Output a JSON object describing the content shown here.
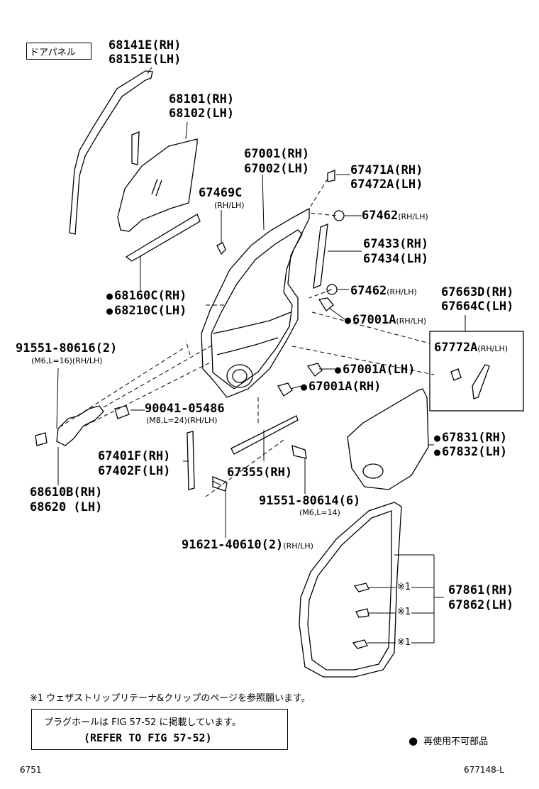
{
  "section_label": "ドアパネル",
  "parts": {
    "p68141": "68141E(RH)",
    "p68151": "68151E(LH)",
    "p68101": "68101(RH)",
    "p68102": "68102(LH)",
    "p67001": "67001(RH)",
    "p67002": "67002(LH)",
    "p67469": "67469C",
    "p67469_side": "(RH/LH)",
    "p67471": "67471A(RH)",
    "p67472": "67472A(LH)",
    "p67462a": "67462",
    "p67462a_side": "(RH/LH)",
    "p67433": "67433(RH)",
    "p67434": "67434(LH)",
    "p67462b": "67462",
    "p67462b_side": "(RH/LH)",
    "p68160": "68160C(RH)",
    "p68210": "68210C(LH)",
    "p67663": "67663D(RH)",
    "p67664": "67664C(LH)",
    "p67001A_a": "67001A",
    "p67001A_a_side": "(RH/LH)",
    "p91551a": "91551-80616(2)",
    "p91551a_spec": "(M6,L=16)(RH/LH)",
    "p67772": "67772A",
    "p67772_side": "(RH/LH)",
    "p67001A_lh": "67001A(LH)",
    "p67001A_rh": "67001A(RH)",
    "p90041": "90041-05486",
    "p90041_spec": "(M8,L=24)(RH/LH)",
    "p67831": "67831(RH)",
    "p67832": "67832(LH)",
    "p67401": "67401F(RH)",
    "p67402": "67402F(LH)",
    "p67355": "67355(RH)",
    "p68610": "68610B(RH)",
    "p68620": "68620 (LH)",
    "p91551b": "91551-80614(6)",
    "p91551b_spec": "(M6,L=14)",
    "p91621": "91621-40610(2)",
    "p91621_side": "(RH/LH)",
    "p67861": "67861(RH)",
    "p67862": "67862(LH)",
    "ref1": "※1",
    "ref2": "※1",
    "ref3": "※1"
  },
  "footnote": "※1 ウェザストリップリテーナ&クリップのページを参照願います。",
  "refer_box": {
    "line1": "プラグホールは FIG 57-52 に掲載しています。",
    "line2": "(REFER TO FIG 57-52)"
  },
  "legend": {
    "symbol": "●",
    "text": "再使用不可部品"
  },
  "page_number": "6751",
  "drawing_number": "677148-L"
}
